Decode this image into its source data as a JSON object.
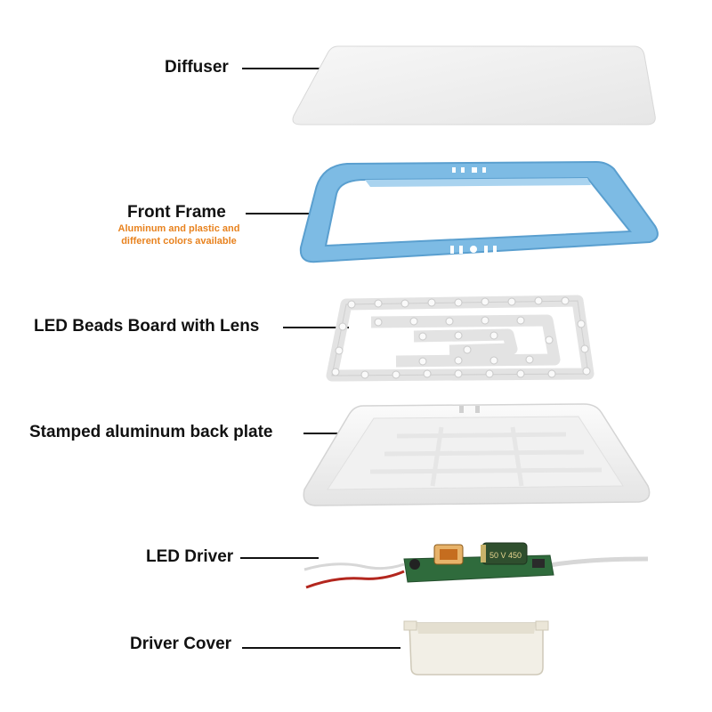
{
  "parts": [
    {
      "id": "diffuser",
      "label": "Diffuser"
    },
    {
      "id": "front-frame",
      "label": "Front Frame",
      "note_lines": [
        "Aluminum and plastic and",
        "different colors available"
      ]
    },
    {
      "id": "led-board",
      "label": "LED Beads Board with Lens"
    },
    {
      "id": "back-plate",
      "label": "Stamped aluminum back plate"
    },
    {
      "id": "driver",
      "label": "LED Driver",
      "components": {
        "capacitor_text": "50 V 450"
      }
    },
    {
      "id": "driver-cover",
      "label": "Driver Cover"
    }
  ],
  "colors": {
    "label_text": "#111111",
    "note_text": "#e8821e",
    "frame_blue": "#7dbbe4",
    "frame_blue_dark": "#5a9fcf",
    "diffuser": "#f1f1f1",
    "board": "#e9e9e9",
    "back_plate": "#f3f3f3",
    "pcb_green": "#2f6b3c",
    "wire_red": "#b3261e",
    "cover": "#f2efe6"
  }
}
